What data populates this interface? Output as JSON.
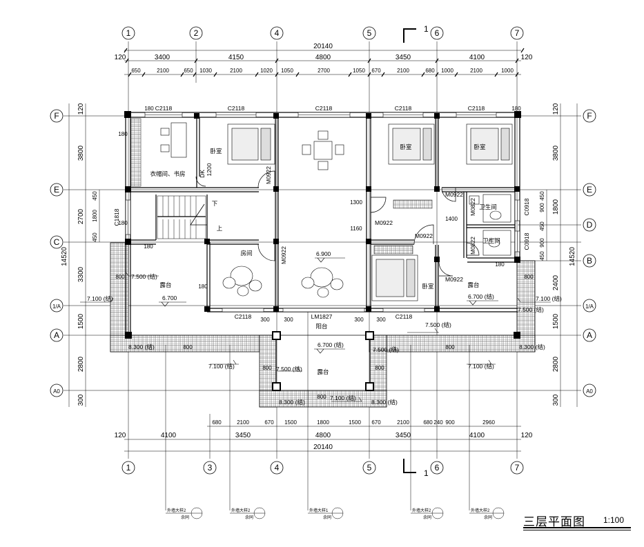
{
  "drawing": {
    "title": "三层平面图",
    "scale": "1:100"
  },
  "axes": {
    "vertical": [
      "1",
      "2",
      "4",
      "5",
      "6",
      "7"
    ],
    "vertical_bottom": [
      "1",
      "3",
      "4",
      "5",
      "6",
      "7"
    ],
    "horizontal": [
      "F",
      "E",
      "D",
      "C",
      "B",
      "1/A",
      "A",
      "A0"
    ]
  },
  "section_mark": "1",
  "dims": {
    "top_total": "20140",
    "top_edge_left": "120",
    "top_edge_right": "120",
    "top_axis": [
      "3400",
      "4150",
      "4800",
      "3450",
      "4100"
    ],
    "top_openings": [
      "650",
      "2100",
      "650",
      "1030",
      "2100",
      "1020",
      "1050",
      "2700",
      "1050",
      "670",
      "2100",
      "680",
      "1000",
      "2100",
      "1000"
    ],
    "bottom_openings": [
      "680",
      "2100",
      "670",
      "1500",
      "1800",
      "1500",
      "670",
      "2100",
      "680",
      "240",
      "900",
      "2960"
    ],
    "bottom_axis": [
      "120",
      "4100",
      "3450",
      "4800",
      "3450",
      "4100",
      "120"
    ],
    "bottom_total": "20140",
    "left_total": "14520",
    "left_axis": [
      "120",
      "3800",
      "2700",
      "3300",
      "1500",
      "2800",
      "300"
    ],
    "left_inner": [
      "450",
      "1800",
      "450"
    ],
    "right_total": "14520",
    "right_axis": [
      "120",
      "3800",
      "1800",
      "2400",
      "1500",
      "2800",
      "300"
    ],
    "right_inner": [
      "450",
      "900",
      "450",
      "900",
      "450"
    ]
  },
  "rooms": {
    "closet_study": "衣帽间、书房",
    "bed1": "卧室",
    "bed2": "卧室",
    "bed3": "卧室",
    "bed4": "卧室",
    "bath1": "卫生间",
    "bath2": "卫生间",
    "room": "房间",
    "terrace_left": "露台",
    "terrace_right": "露台",
    "terrace_center": "露台",
    "balcony": "阳台",
    "stair_down": "下",
    "stair_up": "上",
    "dk": "DK",
    "dk_dim": "1200"
  },
  "openings": {
    "c2118": "C2118",
    "c1818": "C1818",
    "c0918": "C0918",
    "m0922": "M0922",
    "m0822": "M0822",
    "lm1827": "LM1827"
  },
  "elevations": {
    "e6900": "6.900",
    "e6700": "6.700",
    "e6700j": "6.700 (结)",
    "e7500j": "7.500 (结)",
    "e7100j": "7.100 (结)",
    "e8300j": "8.300 (结)"
  },
  "misc_dims": [
    "180",
    "800",
    "300",
    "1200",
    "1160",
    "1300",
    "1400",
    "120"
  ],
  "detail_refs": {
    "label_a": "外墙大样2",
    "label_b": "外墙大样1",
    "sub": "余同"
  }
}
